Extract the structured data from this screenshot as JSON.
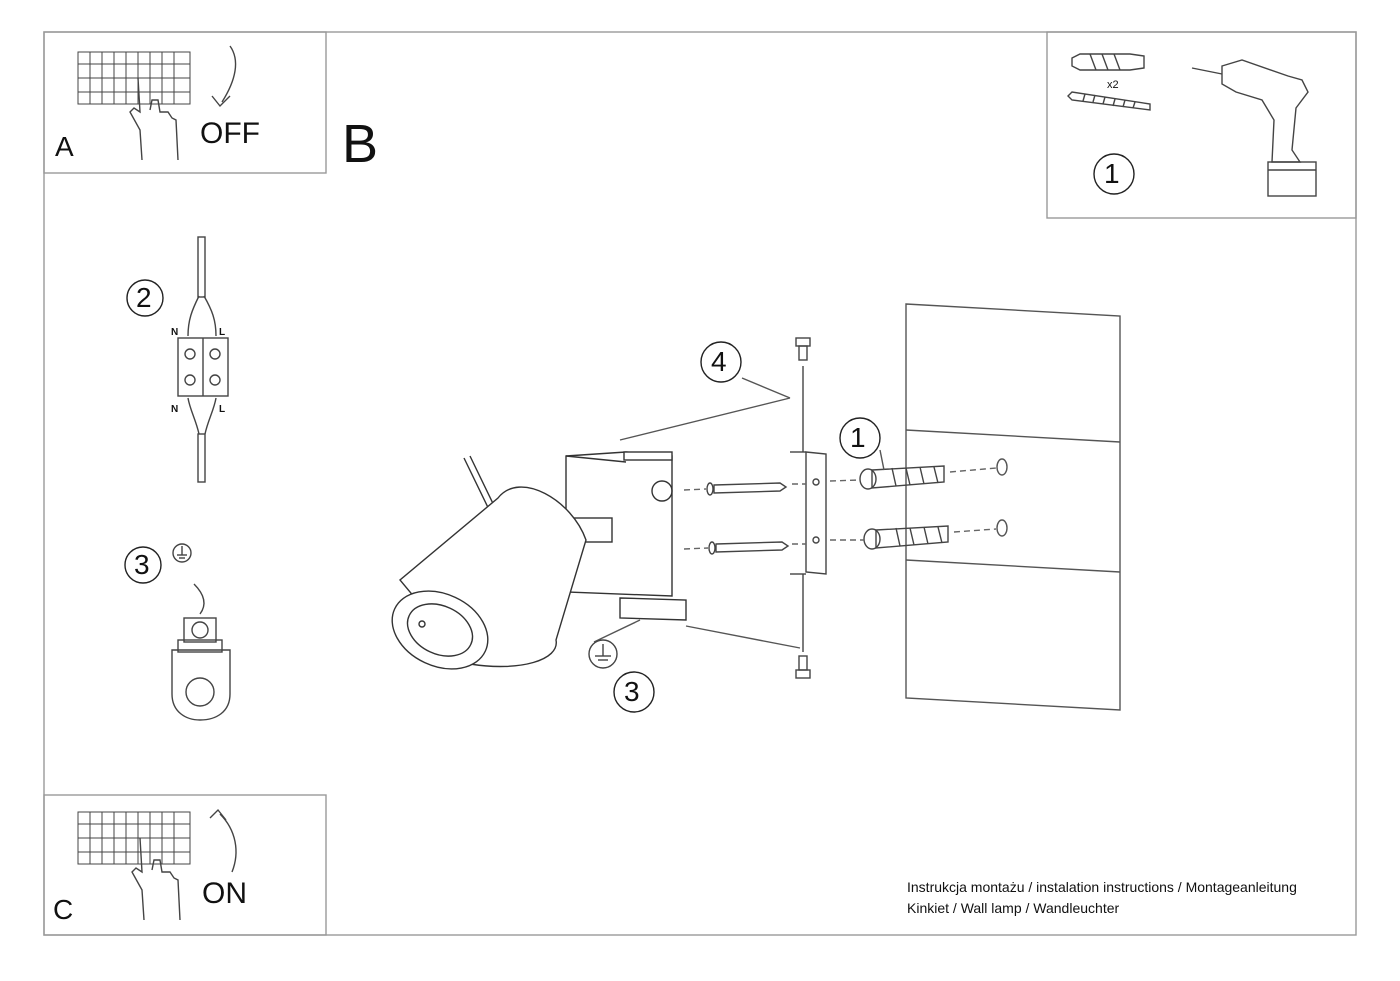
{
  "panels": {
    "a": {
      "letter": "A",
      "action": "OFF"
    },
    "b": {
      "letter": "B"
    },
    "c": {
      "letter": "C",
      "action": "ON"
    }
  },
  "callouts": {
    "tools_step": "1",
    "wiring_step": "2",
    "ground_step_left": "3",
    "screws_step": "4",
    "anchors_step": "1",
    "ground_step_main": "3"
  },
  "hardware": {
    "quantity": "x2"
  },
  "terminal_labels": {
    "neutral": "N",
    "live": "L"
  },
  "footer": {
    "line1": "Instrukcja montażu / instalation instructions / Montageanleitung",
    "line2": "Kinkiet / Wall lamp / Wandleuchter"
  }
}
